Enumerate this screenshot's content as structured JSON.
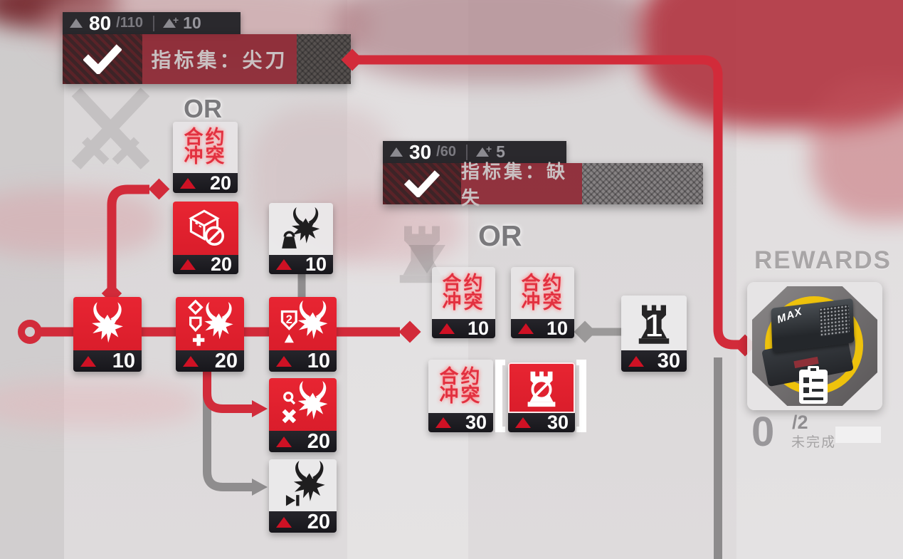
{
  "banner_jiandao": {
    "value": "80",
    "max": "/110",
    "bonus": "10",
    "label": "指标集：尖刀"
  },
  "banner_queshi": {
    "value": "30",
    "max": "/60",
    "bonus": "5",
    "label": "指标集：缺失"
  },
  "or_label_top": "OR",
  "or_label_mid": "OR",
  "contract_word": {
    "line1": "合约",
    "line2": "冲突"
  },
  "tiles": {
    "contract_top": {
      "value": "20"
    },
    "cube_ban": {
      "value": "20"
    },
    "enemy_weight": {
      "value": "10"
    },
    "enemy_start": {
      "value": "10"
    },
    "enemy_buffed": {
      "value": "20"
    },
    "enemy_shield": {
      "value": "10",
      "badge": "2"
    },
    "enemy_cross": {
      "value": "20"
    },
    "enemy_skip": {
      "value": "20"
    },
    "contract_mid_left": {
      "value": "10"
    },
    "contract_mid_right": {
      "value": "10"
    },
    "contract_bottom": {
      "value": "30"
    },
    "tower_ban": {
      "value": "30"
    },
    "tower_one": {
      "value": "30",
      "number": "1"
    }
  },
  "rewards": {
    "title": "REWARDS",
    "count": "0",
    "total": "/2",
    "status": "未完成",
    "item_text": "MAX"
  }
}
